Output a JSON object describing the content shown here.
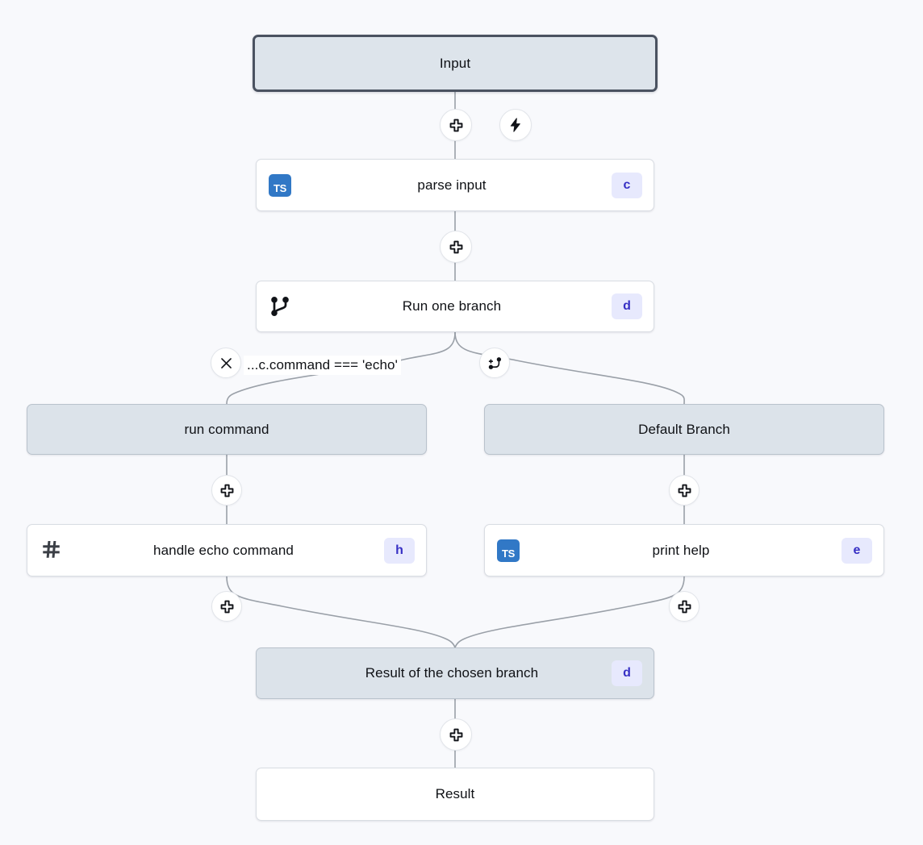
{
  "canvas": {
    "background": "#f8f9fc",
    "edge_color": "#9aa0a8",
    "accent_badge_bg": "#e7e9fd",
    "accent_badge_fg": "#3730c4",
    "io_node_bg": "#dce3ea",
    "ts_icon_bg": "#3178c6"
  },
  "nodes": {
    "input": {
      "label": "Input",
      "type": "io-start",
      "selected": true
    },
    "parse_input": {
      "label": "parse input",
      "icon": "typescript-icon",
      "icon_text": "TS",
      "badge": "c"
    },
    "run_one_branch": {
      "label": "Run one branch",
      "icon": "git-branch-icon",
      "badge": "d"
    },
    "run_command": {
      "label": "run command",
      "type": "branch-header"
    },
    "default_branch": {
      "label": "Default Branch",
      "type": "branch-header"
    },
    "handle_echo_command": {
      "label": "handle echo command",
      "icon": "script-hash-icon",
      "badge": "h"
    },
    "print_help": {
      "label": "print help",
      "icon": "typescript-icon",
      "icon_text": "TS",
      "badge": "e"
    },
    "result_of_chosen_branch": {
      "label": "Result of the chosen branch",
      "badge": "d",
      "type": "branch-result"
    },
    "result": {
      "label": "Result",
      "type": "io-end"
    }
  },
  "edge_labels": {
    "echo_condition": "...c.command === 'echo'"
  },
  "buttons": {
    "add_step_input_to_parse": {
      "icon": "plus-icon",
      "title": "+"
    },
    "trigger": {
      "icon": "lightning-bolt-icon",
      "title": "⚡"
    },
    "add_step_parse_to_branch": {
      "icon": "plus-icon",
      "title": "+"
    },
    "remove_branch": {
      "icon": "close-x-icon",
      "title": "×"
    },
    "add_branch": {
      "icon": "git-branch-plus-icon",
      "title": "+branch"
    },
    "add_step_left": {
      "icon": "plus-icon",
      "title": "+"
    },
    "add_step_right": {
      "icon": "plus-icon",
      "title": "+"
    },
    "add_step_left_bottom": {
      "icon": "plus-icon",
      "title": "+"
    },
    "add_step_right_bottom": {
      "icon": "plus-icon",
      "title": "+"
    },
    "add_step_result": {
      "icon": "plus-icon",
      "title": "+"
    }
  }
}
